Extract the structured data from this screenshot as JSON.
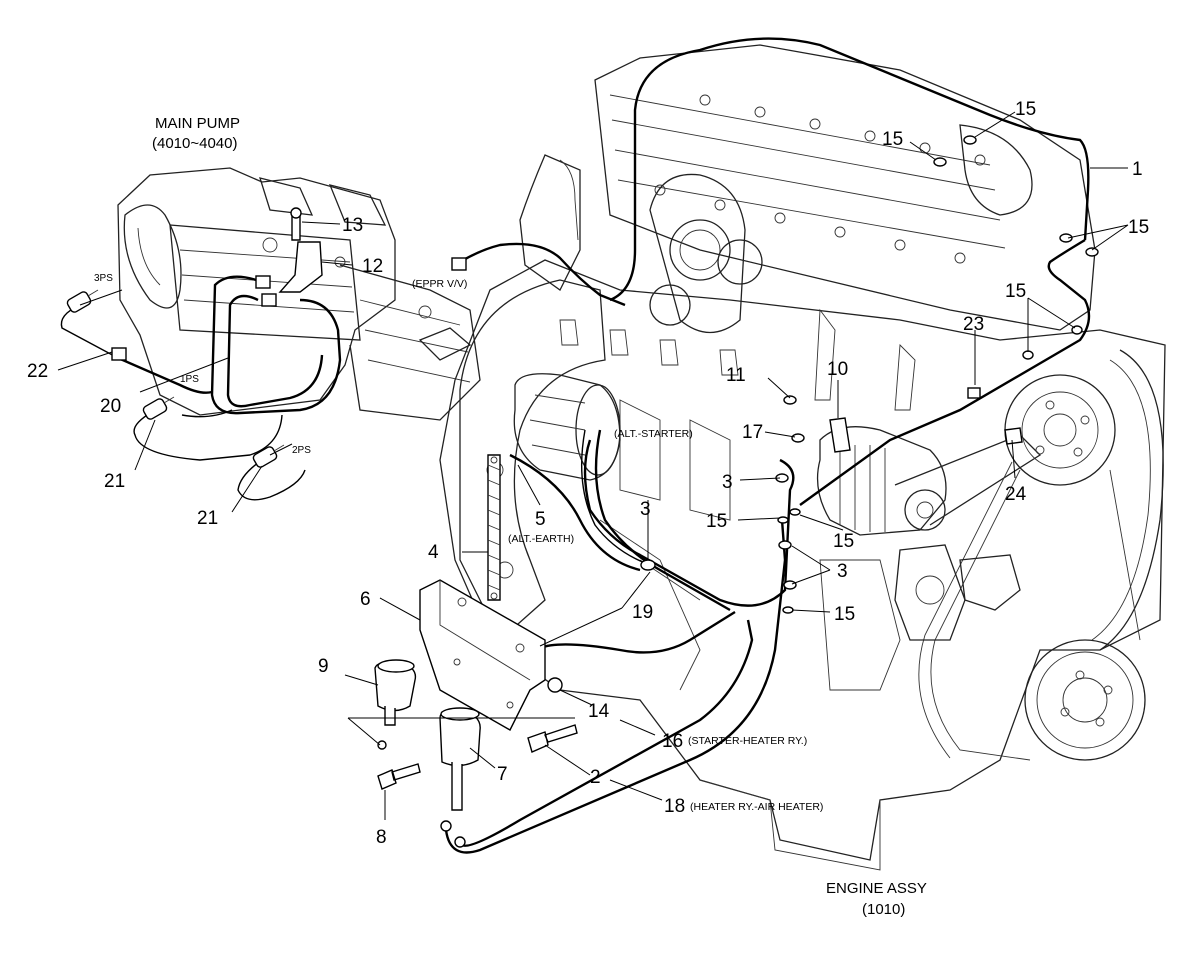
{
  "header": {
    "main_pump_title": "MAIN PUMP",
    "main_pump_range": "(4010~4040)",
    "engine_title": "ENGINE ASSY",
    "engine_code": "(1010)"
  },
  "wire_labels": {
    "eppr": "(EPPR V/V)",
    "alt_starter": "(ALT.-STARTER)",
    "alt_earth": "(ALT.-EARTH)",
    "starter_heater": "(STARTER-HEATER RY.)",
    "heater_air": "(HEATER RY.-AIR HEATER)"
  },
  "sensor_labels": {
    "ps1": "1PS",
    "ps2": "2PS",
    "ps3": "3PS"
  },
  "callouts": {
    "c1": "1",
    "c2": "2",
    "c3a": "3",
    "c3b": "3",
    "c3c": "3",
    "c4": "4",
    "c5": "5",
    "c6": "6",
    "c7": "7",
    "c8": "8",
    "c9": "9",
    "c10": "10",
    "c11": "11",
    "c12": "12",
    "c13": "13",
    "c14": "14",
    "c15a": "15",
    "c15b": "15",
    "c15c": "15",
    "c15d": "15",
    "c15e": "15",
    "c15f": "15",
    "c15g": "15",
    "c16": "16",
    "c17": "17",
    "c18": "18",
    "c19": "19",
    "c20": "20",
    "c21a": "21",
    "c21b": "21",
    "c22": "22",
    "c23": "23",
    "c24": "24"
  }
}
